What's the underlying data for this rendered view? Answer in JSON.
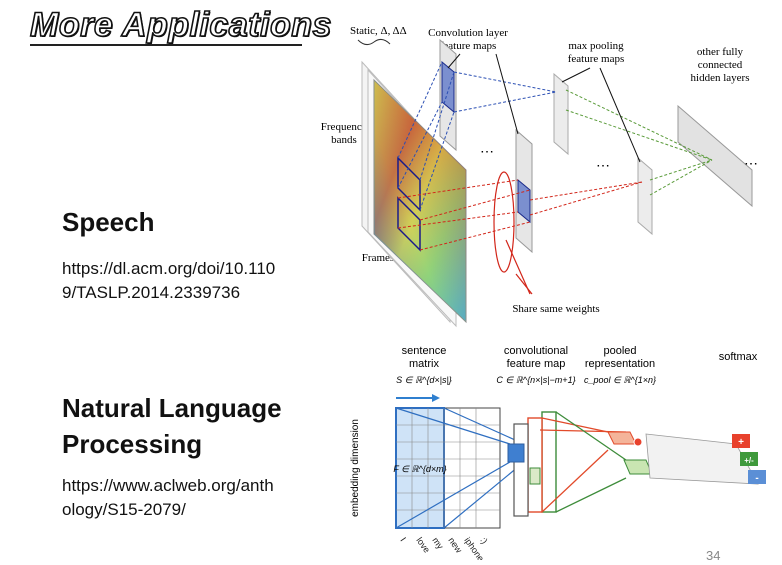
{
  "slide": {
    "title": "More Applications",
    "page_number": "34"
  },
  "speech": {
    "heading": "Speech",
    "link_line1": "https://dl.acm.org/doi/10.110",
    "link_line2": "9/TASLP.2014.2339736",
    "figure": {
      "static_label": "Static, Δ, ΔΔ",
      "conv_label_1": "Convolution layer",
      "conv_label_2": "feature maps",
      "pool_label_1": "max pooling",
      "pool_label_2": "feature maps",
      "fc_label_1": "other fully",
      "fc_label_2": "connected",
      "fc_label_3": "hidden layers",
      "freq_label_1": "Frequency",
      "freq_label_2": "bands",
      "frames_label": "Frames",
      "share_label": "Share same weights"
    }
  },
  "nlp": {
    "heading_line1": "Natural Language",
    "heading_line2": "Processing",
    "link_line1": "https://www.aclweb.org/anth",
    "link_line2": "ology/S15-2079/",
    "figure": {
      "sentence_label_1": "sentence",
      "sentence_label_2": "matrix",
      "sentence_formula": "S ∈ ℝ^{d×|s|}",
      "conv_label_1": "convolutional",
      "conv_label_2": "feature map",
      "conv_formula": "C ∈ ℝ^{n×|s|−m+1}",
      "pooled_label_1": "pooled",
      "pooled_label_2": "representation",
      "pooled_formula": "c_pool ∈ ℝ^{1×n}",
      "softmax_label": "softmax",
      "filter_formula": "F ∈ ℝ^{d×m}",
      "y_axis_label": "embedding dimension",
      "words": [
        "I",
        "love",
        "my",
        "new",
        "iphone",
        ":)"
      ],
      "softmax_symbols": [
        "+",
        "+/-",
        "-"
      ],
      "softmax_colors": [
        "#e8412c",
        "#3f9a3c",
        "#5b8fd6"
      ]
    }
  }
}
